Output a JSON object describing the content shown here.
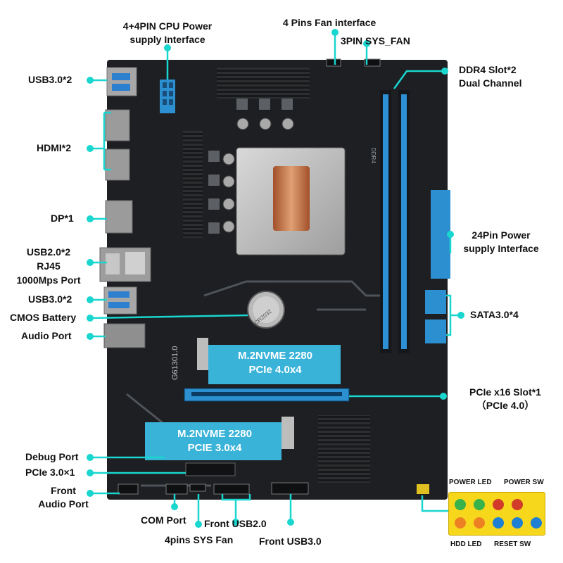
{
  "labels": {
    "cpu_power": "4+4PIN CPU Power\nsupply Interface",
    "fan_4pin": "4 Pins Fan interface",
    "sys_fan_3pin": "3PIN SYS_FAN",
    "ddr4": "DDR4 Slot*2\nDual Channel",
    "usb30_top": "USB3.0*2",
    "hdmi": "HDMI*2",
    "dp": "DP*1",
    "usb20_rj45": "USB2.0*2\nRJ45\n1000Mps Port",
    "usb30_mid": "USB3.0*2",
    "cmos": "CMOS Battery",
    "audio_port": "Audio Port",
    "power_24pin": "24Pin Power\nsupply Interface",
    "sata": "SATA3.0*4",
    "pcie_x16": "PCIe x16 Slot*1\n（PCIe 4.0）",
    "debug_port": "Debug Port",
    "pcie30_x1": "PCIe 3.0×1",
    "front_audio": "Front\nAudio Port",
    "com_port": "COM Port",
    "sys_fan_4pin": "4pins SYS Fan",
    "front_usb20": "Front USB2.0",
    "front_usb30": "Front USB3.0"
  },
  "board": {
    "m2_top": "M.2NVME 2280\nPCIe 4.0x4",
    "m2_bottom": "M.2NVME 2280\nPCIE 3.0x4",
    "silk_model": "G61301.0",
    "silk_battery": "CR2032",
    "silk_ddr": "DDR4"
  },
  "panel_header": {
    "power_led": "POWER LED",
    "power_sw": "POWER SW",
    "hdd_led": "HDD LED",
    "reset_sw": "RESET SW"
  },
  "colors": {
    "accent_cyan": "#19d6cf",
    "board": "#1d1f22",
    "slot_blue": "#2d8fd4",
    "header_yellow": "#f7d71c"
  }
}
